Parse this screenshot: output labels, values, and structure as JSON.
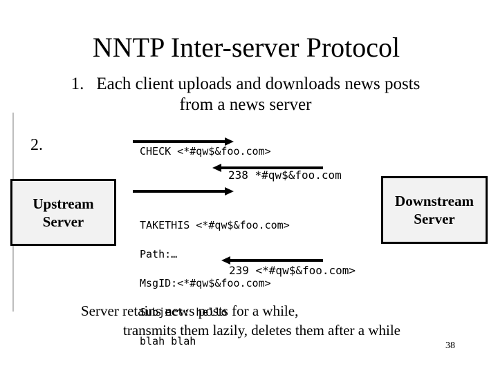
{
  "slide": {
    "title": "NNTP Inter-server Protocol",
    "item1": {
      "number": "1.",
      "line1": "Each client uploads and downloads news posts",
      "line2": "from a news server"
    },
    "item2_number": "2.",
    "footer": {
      "line1": "Server retains news posts for a while,",
      "line2": "transmits them lazily, deletes them after a while"
    },
    "page_number": "38"
  },
  "diagram": {
    "upstream": {
      "line1": "Upstream",
      "line2": "Server"
    },
    "downstream": {
      "line1": "Downstream",
      "line2": "Server"
    },
    "messages": {
      "check": "CHECK <*#qw$&foo.com>",
      "resp238": "238 *#qw$&foo.com",
      "takethis_lines": [
        "TAKETHIS <*#qw$&foo.com>",
        "Path:…",
        "MsgID:<*#qw$&foo.com>",
        "Subject: hello",
        "blah blah"
      ],
      "resp239": "239 <*#qw$&foo.com>"
    }
  },
  "colors": {
    "text": "#000000",
    "box_fill": "#f2f2f2",
    "box_border": "#000000",
    "accent_line": "#bdbdbd"
  }
}
